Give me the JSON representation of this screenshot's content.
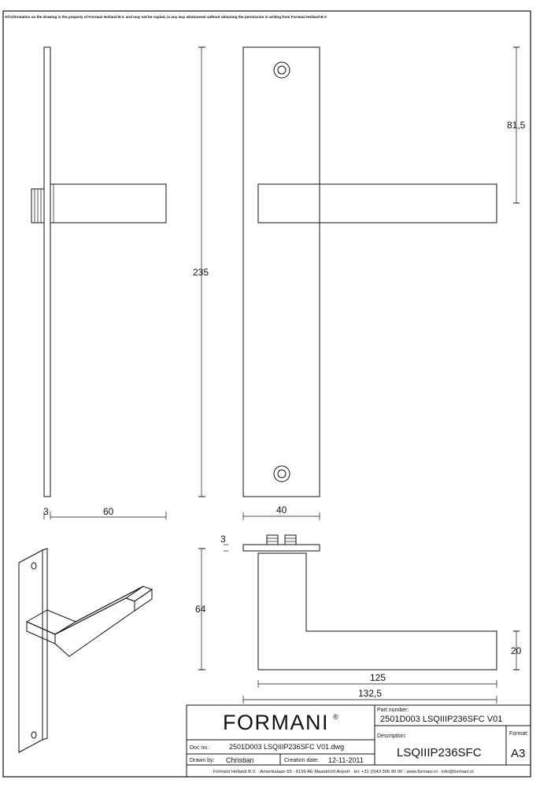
{
  "notice": "All information on the drawing is the property of Formani Holland B.V. and may not be copied, in any way whatsoever without obtaining the permission in writing from Formani Holland B.V",
  "dimensions": {
    "plate_thickness": "3",
    "handle_projection": "60",
    "overall_height": "235",
    "plate_width": "40",
    "lever_height_offset": "81,5",
    "rose_thickness": "3",
    "lever_drop": "64",
    "lever_thickness": "20",
    "lever_length": "125",
    "overall_length": "132,5"
  },
  "title_block": {
    "brand": "FORMANI",
    "registered": "®",
    "part_number_label": "Part number:",
    "part_number": "2501D003 LSQIIIP236SFC V01",
    "description_label": "Description:",
    "description": "LSQIIIP236SFC",
    "format_label": "Format:",
    "format": "A3",
    "doc_no_label": "Doc no.:",
    "doc_no": "2501D003 LSQIIIP236SFC V01.dwg",
    "drawn_by_label": "Drawn by:",
    "drawn_by": "Christian",
    "creation_date_label": "Creation date:",
    "creation_date": "12-11-2011",
    "address": "Formani Holland B.V. · Amerikalaan 55 · 6199 AE Maastricht Airport · tel: +31 (0)43 306 90 00 · www.formani.nl · info@formani.nl"
  }
}
